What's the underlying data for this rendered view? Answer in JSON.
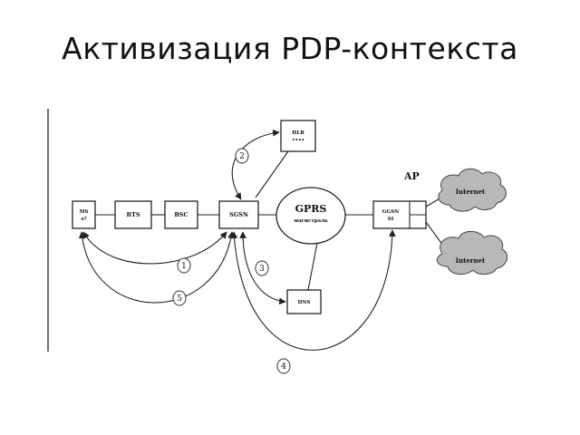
{
  "slide": {
    "title": "Активизация PDP-контекста"
  },
  "nodes": {
    "ms": {
      "line1": "MS",
      "line2": "s?"
    },
    "bts": "BTS",
    "bsc": "BSC",
    "sgsn": "SGSN",
    "hlr": {
      "line1": "HLR",
      "line2": "••••"
    },
    "gprs": {
      "line1": "GPRS",
      "line2": "магистраль"
    },
    "dns": "DNS",
    "ggsn": {
      "line1": "GGSN",
      "line2": "SI"
    },
    "ap": "AP",
    "cloud_top": "Internet",
    "cloud_bottom": "Internet"
  },
  "steps": [
    "1",
    "2",
    "3",
    "4",
    "5"
  ]
}
